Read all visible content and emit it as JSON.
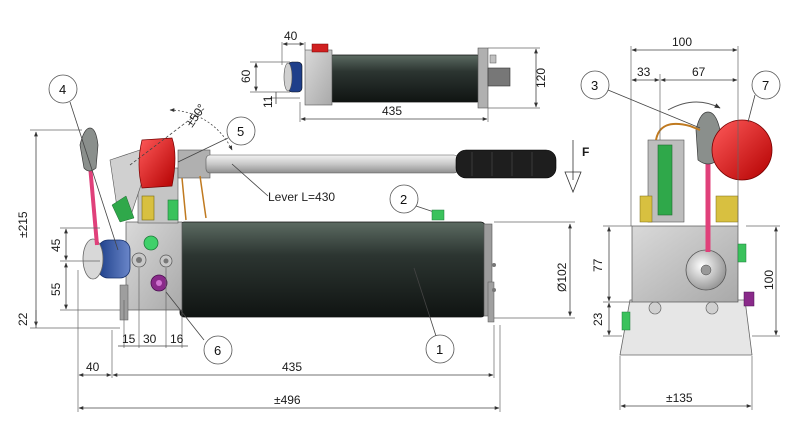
{
  "diagram": {
    "dimensions_side": {
      "total_length": "±496",
      "tank_length": "435",
      "offset_left": "40",
      "height_total": "±215",
      "height_45": "45",
      "height_55": "55",
      "height_22": "22",
      "spacing_15": "15",
      "spacing_30": "30",
      "spacing_16": "16",
      "tank_diameter": "Ø102",
      "lever_angle": "±50°",
      "lever_length": "Lever L=430",
      "force_label": "F"
    },
    "dimensions_top": {
      "width_40": "40",
      "height_60": "60",
      "height_11": "11",
      "length_435": "435",
      "height_120": "120"
    },
    "dimensions_front": {
      "width_100": "100",
      "width_33": "33",
      "width_67": "67",
      "height_77": "77",
      "height_100": "100",
      "height_23": "23",
      "width_135": "±135"
    },
    "callouts": [
      "1",
      "2",
      "3",
      "4",
      "5",
      "6",
      "7"
    ]
  }
}
